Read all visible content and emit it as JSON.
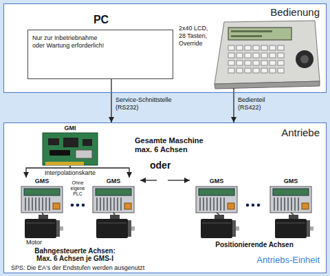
{
  "diagram": {
    "nodes": [
      {
        "text": [
          "Bedienung"
        ]
      },
      {
        "text": [
          "PC",
          "Nur zur Inbetriebnahme oder Wartung erforderlich!"
        ],
        "in": 0
      },
      {
        "text": [
          "2x40 LCD, 28 Tasten, Override"
        ],
        "in": 0
      },
      {
        "text": [
          "Antriebe",
          "Antriebs-Einheit"
        ]
      },
      {
        "text": [
          "GMI",
          "Interpolationskarte"
        ],
        "in": 3
      },
      {
        "text": [
          "GMS"
        ],
        "in": 3
      },
      {
        "text": [
          "GMS"
        ],
        "in": 3
      },
      {
        "text": [
          "GMS"
        ],
        "in": 3
      },
      {
        "text": [
          "GMS"
        ],
        "in": 3
      }
    ],
    "edges": [
      {
        "from": 1,
        "to": 3,
        "label": "Service-Schnittstelle (RS232)",
        "arrow": "to"
      },
      {
        "from": 2,
        "to": 3,
        "label": "Bedienteil (RS422)",
        "arrow": "to"
      },
      {
        "from": 4,
        "to": 5,
        "arrow": "to"
      },
      {
        "from": 4,
        "to": 6,
        "arrow": "to"
      }
    ],
    "labels": [
      "Gesamte Maschine max. 6 Achsen",
      "oder",
      "Ohne eigene PLC",
      "Motor",
      "Bahngesteuerte Achsen: Max. 6 Achsen je GMS-I",
      "Positionierende Achsen",
      "SPS: Die EA's der Endstufen werden ausgenutzt"
    ]
  }
}
